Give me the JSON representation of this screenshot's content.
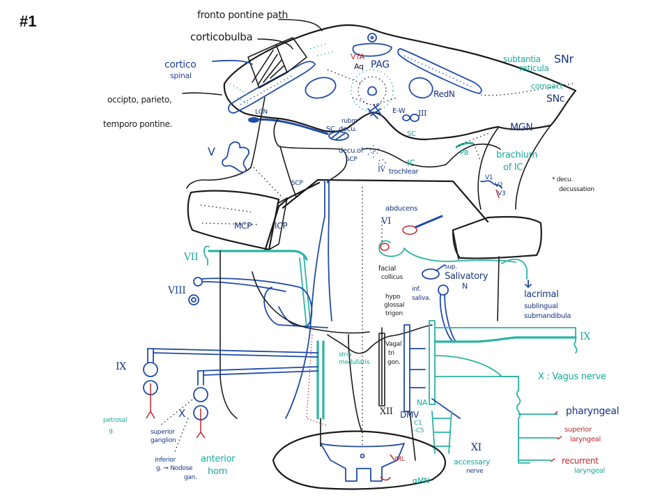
{
  "slide": {
    "number": "#1"
  },
  "colors": {
    "ink": "#1a1a1a",
    "blue": "#1f4aa8",
    "teal": "#2ab3a3",
    "red": "#c0272d"
  },
  "midbrain": {
    "fronto_pontine": "fronto pontine path",
    "corticobulbar": "corticobulba",
    "corticospinal_1": "cortico",
    "corticospinal_2": "spinal",
    "opt_1": "occipto, parieto,",
    "opt_2": "temporo pontine.",
    "vta": "VTA",
    "aq": "Aq",
    "pag": "PAG",
    "sn_r_1": "subtantia",
    "sn_r_2": "reticula",
    "sn_r": "SNr",
    "sn_c_label": "compact",
    "sn_c": "SNc",
    "red_n": "RedN",
    "lgn": "LGN",
    "sc_left": "SC",
    "rubro_1": "rubro",
    "rubro_2": "decu.",
    "ew": "E-W",
    "cn3": "III",
    "sc_right": "SC",
    "mgn": "MGN",
    "pb": "PB",
    "brachium_1": "brachium",
    "brachium_2": "of IC",
    "deca_scp_1": "decu.of",
    "deca_scp_2": "SCP",
    "ic": "IC",
    "cn4": "IV",
    "trochlear": "trochlear"
  },
  "legend": {
    "line1": "* decu.",
    "line2": "decussation"
  },
  "pons": {
    "cn5": "V",
    "scp": "SCP",
    "v1": "V1",
    "v2": "V2",
    "v3": "V3",
    "mcp": "MCP",
    "icp": "ICP",
    "abducens": "abducens",
    "cn6": "VI",
    "cn7": "VII",
    "cn8": "VIII",
    "facial_colliculus_1": "facial",
    "facial_colliculus_2": "collicus",
    "sup_saliv_1": "sup.",
    "sup_saliv_2": "Salivatory",
    "sup_saliv_3": "N",
    "inf_saliv_1": "inf.",
    "inf_saliv_2": "saliva.",
    "targets_1": "lacrimal",
    "targets_2": "sublingual",
    "targets_3": "submandibula"
  },
  "medulla": {
    "hypoglossal_1": "hypo",
    "hypoglossal_2": "glossal",
    "hypoglossal_3": "trigon",
    "vagal_1": "Vagal",
    "vagal_2": "tri",
    "vagal_3": "gon.",
    "stria_1": "stria",
    "stria_2": "medullaris",
    "cn12": "XII",
    "dmv": "DMV",
    "na": "NA",
    "c1c5_1": "C1",
    "c1c5_2": "-C5",
    "cn9_right": "IX",
    "cn10_right": "X : Vagus nerve",
    "pharyngeal": "pharyngeal",
    "sup_laryngeal_1": "superior",
    "sup_laryngeal_2": "laryngeal",
    "recurrent_1": "recurrent",
    "recurrent_2": "laryngeal",
    "cn11": "XI",
    "accessory_1": "accessary",
    "accessory_2": "nerve",
    "iml": "IML",
    "amn": "αMN",
    "cn9_left": "IX",
    "petrosal_1": "petrosal",
    "petrosal_2": "g.",
    "cn10_left": "X",
    "superior_ganglion_1": "superior",
    "superior_ganglion_2": "ganglion",
    "inferior_1": "inferior",
    "inferior_2": "g. ⇒ Nodose",
    "inferior_3": "gan.",
    "anterior_horn_1": "anterior",
    "anterior_horn_2": "horn"
  }
}
